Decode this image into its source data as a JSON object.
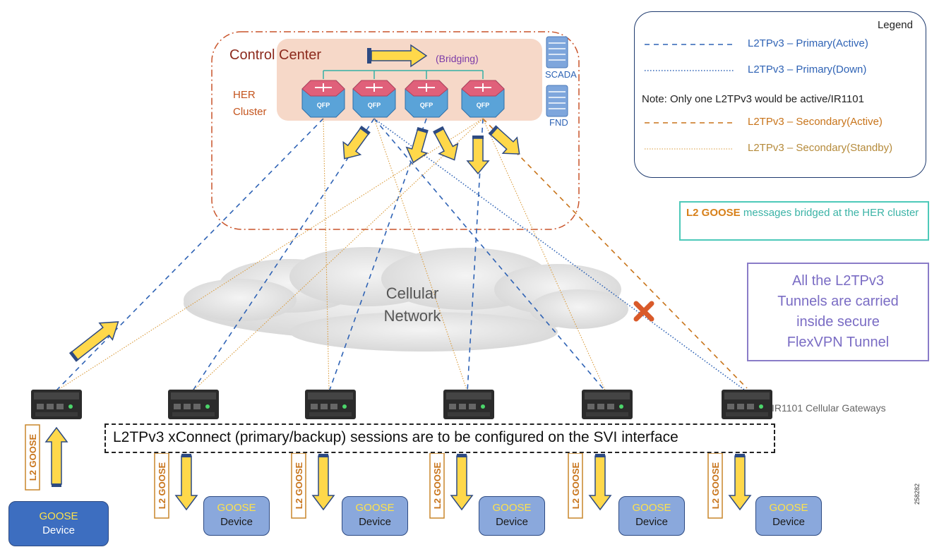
{
  "control_center": {
    "title": "Control Center",
    "her_line1": "HER",
    "her_line2": "Cluster",
    "bridging": "(Bridging)",
    "router_label": "QFP",
    "scada": "SCADA",
    "fnd": "FND"
  },
  "legend": {
    "title": "Legend",
    "items": [
      {
        "label": "L2TPv3 – Primary(Active)",
        "color": "#2f63b5",
        "style": "dashed"
      },
      {
        "label": "L2TPv3 – Primary(Down)",
        "color": "#2f63b5",
        "style": "dotted"
      },
      {
        "label": "L2TPv3 – Secondary(Active)",
        "color": "#c8741a",
        "style": "dashed"
      },
      {
        "label": "L2TPv3 – Secondary(Standby)",
        "color": "#d99a3a",
        "style": "fine-dotted"
      }
    ],
    "note": "Note: Only one L2TPv3 would be active/IR1101"
  },
  "goose_note": {
    "highlight": "L2 GOOSE",
    "rest": " messages bridged at the HER cluster"
  },
  "tunnel_note": {
    "lines": [
      "All the L2TPv3",
      "Tunnels are carried",
      "inside secure",
      "FlexVPN Tunnel"
    ]
  },
  "cloud": {
    "line1": "Cellular",
    "line2": "Network"
  },
  "gateway_label": "IR1101 Cellular Gateways",
  "xconnect_text": "L2TPv3 xConnect (primary/backup) sessions are to be configured on the SVI interface",
  "goose_tag": "L2 GOOSE",
  "device": {
    "top": "GOOSE",
    "bottom": "Device"
  },
  "figure_number": "258282",
  "colors": {
    "primary": "#2f63b5",
    "secondary": "#c8741a",
    "arrow_fill": "#ffd84a",
    "arrow_stroke": "#2d4a82"
  }
}
